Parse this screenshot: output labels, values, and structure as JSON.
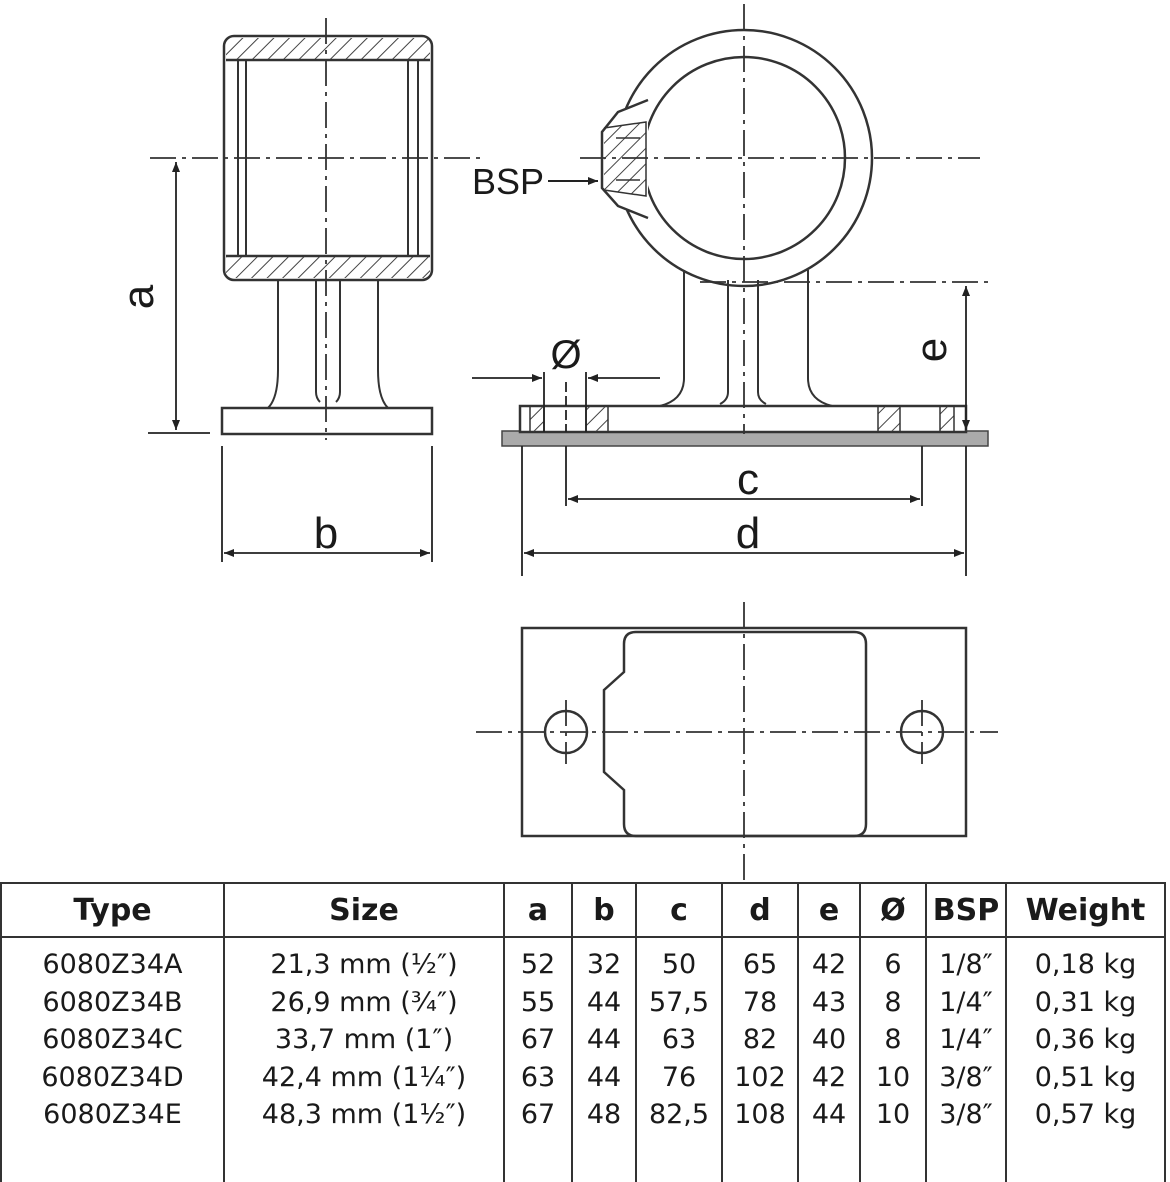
{
  "labels": {
    "a": "a",
    "b": "b",
    "c": "c",
    "d": "d",
    "e": "e",
    "dia": "Ø",
    "bsp": "BSP"
  },
  "table": {
    "headers": [
      "Type",
      "Size",
      "a",
      "b",
      "c",
      "d",
      "e",
      "Ø",
      "BSP",
      "Weight"
    ],
    "rows": [
      [
        "6080Z34A",
        "21,3 mm (½″)",
        "52",
        "32",
        "50",
        "65",
        "42",
        "6",
        "1/8″",
        "0,18 kg"
      ],
      [
        "6080Z34B",
        "26,9 mm (¾″)",
        "55",
        "44",
        "57,5",
        "78",
        "43",
        "8",
        "1/4″",
        "0,31 kg"
      ],
      [
        "6080Z34C",
        "33,7 mm (1″)",
        "67",
        "44",
        "63",
        "82",
        "40",
        "8",
        "1/4″",
        "0,36 kg"
      ],
      [
        "6080Z34D",
        "42,4 mm (1¼″)",
        "63",
        "44",
        "76",
        "102",
        "42",
        "10",
        "3/8″",
        "0,51 kg"
      ],
      [
        "6080Z34E",
        "48,3 mm (1½″)",
        "67",
        "48",
        "82,5",
        "108",
        "44",
        "10",
        "3/8″",
        "0,57 kg"
      ]
    ]
  }
}
